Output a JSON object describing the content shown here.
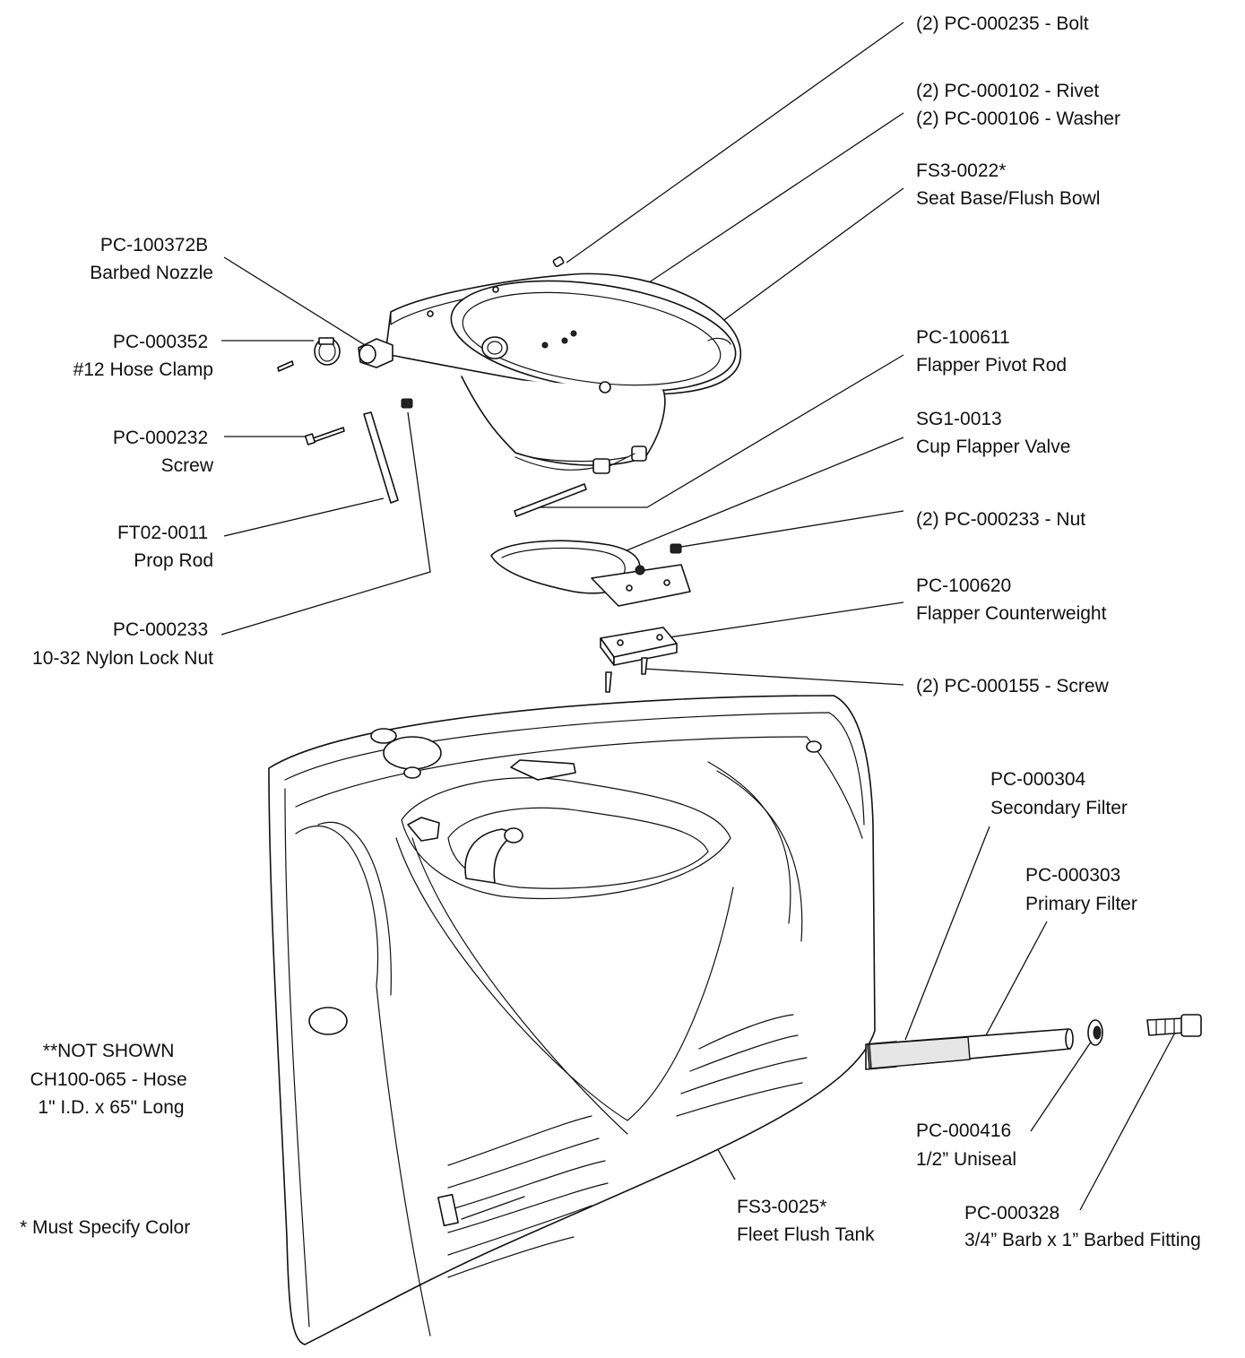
{
  "labels": {
    "bolt": [
      "(2) PC-000235 - Bolt"
    ],
    "rivet_washer": [
      "(2) PC-000102 - Rivet",
      "(2) PC-000106 - Washer"
    ],
    "seat_base": [
      "FS3-0022*",
      "Seat Base/Flush Bowl"
    ],
    "barbed_nozzle": [
      "PC-100372B",
      "Barbed Nozzle"
    ],
    "hose_clamp": [
      "PC-000352",
      "#12 Hose Clamp"
    ],
    "pivot_rod": [
      "PC-100611",
      "Flapper Pivot Rod"
    ],
    "cup_flapper": [
      "SG1-0013",
      "Cup Flapper Valve"
    ],
    "screw": [
      "PC-000232",
      "Screw"
    ],
    "prop_rod": [
      "FT02-0011",
      "Prop Rod"
    ],
    "nut": [
      "(2) PC-000233 - Nut"
    ],
    "counterweight": [
      "PC-100620",
      "Flapper Counterweight"
    ],
    "lock_nut": [
      "PC-000233",
      "10-32 Nylon Lock Nut"
    ],
    "screw_155": [
      "(2) PC-000155 - Screw"
    ],
    "secondary_filter": [
      "PC-000304",
      "Secondary Filter"
    ],
    "primary_filter": [
      "PC-000303",
      "Primary Filter"
    ],
    "not_shown": [
      "**NOT SHOWN",
      "CH100-065 - Hose",
      "1\" I.D. x 65\" Long"
    ],
    "uniseal": [
      "PC-000416",
      "1/2” Uniseal"
    ],
    "must_specify": [
      "* Must Specify Color"
    ],
    "flush_tank": [
      "FS3-0025*",
      "Fleet Flush Tank"
    ],
    "barbed_fitting": [
      "PC-000328",
      "3/4” Barb x 1” Barbed Fitting"
    ]
  }
}
